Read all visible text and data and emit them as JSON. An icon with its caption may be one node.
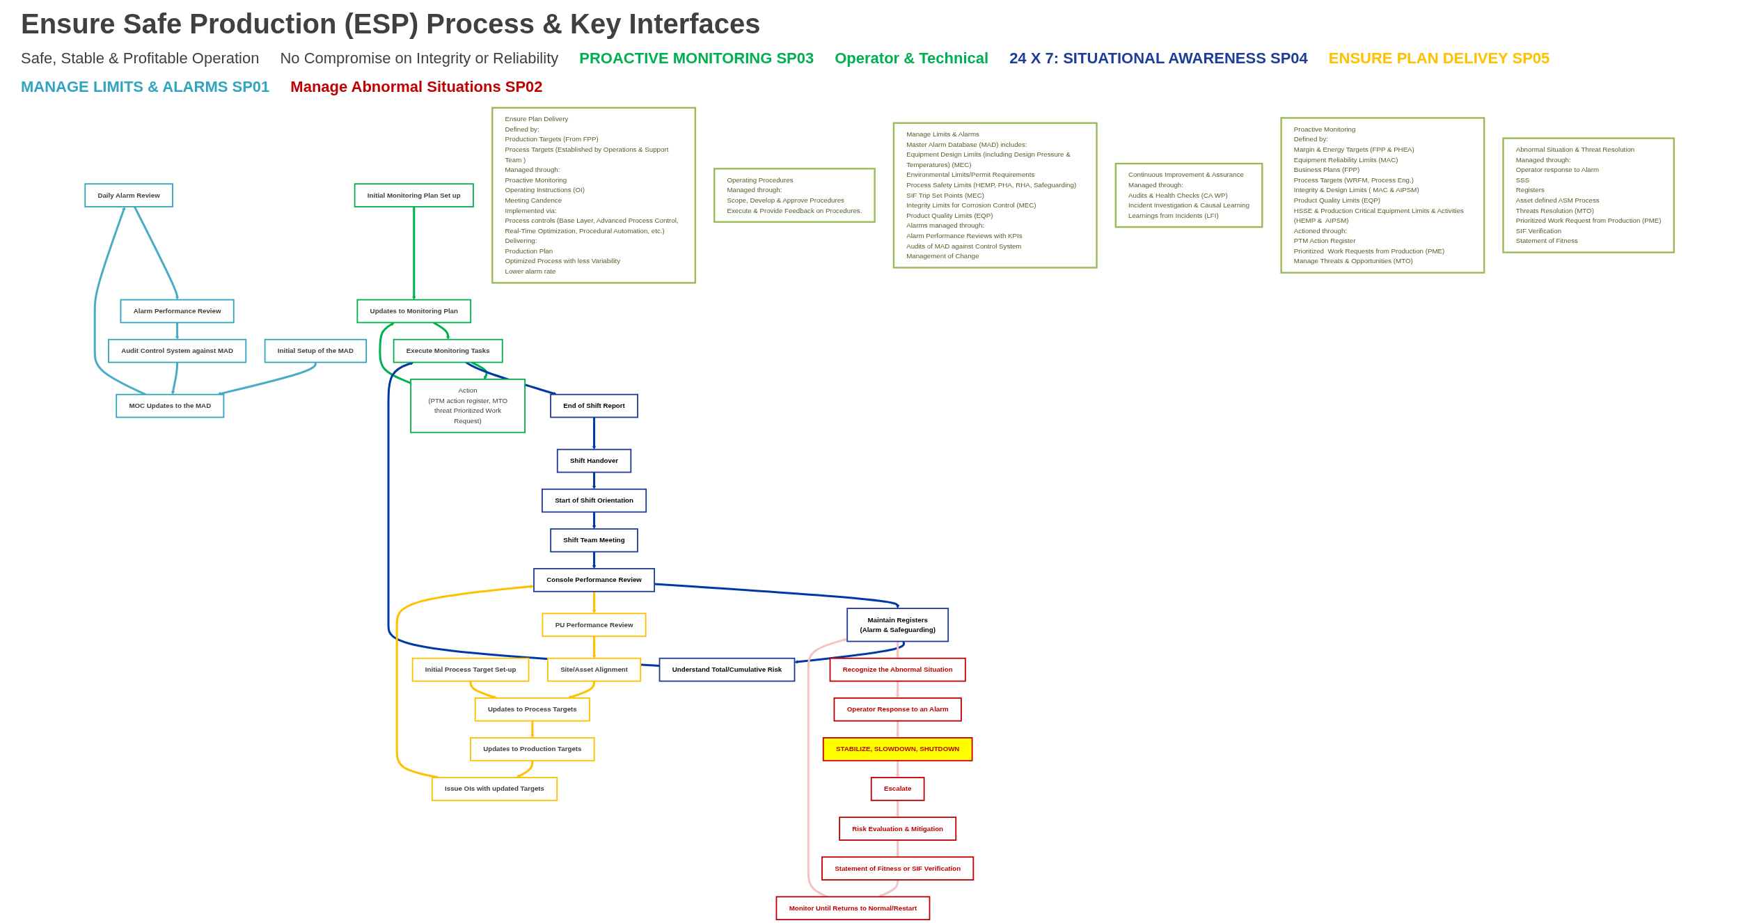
{
  "diagram": {
    "title": "Ensure Safe Production (ESP) Process & Key Interfaces",
    "nodes": [
      {
        "text": [
          "Initial Monitoring Plan Set up"
        ]
      },
      {
        "text": [
          "Updates to Monitoring Plan"
        ]
      },
      {
        "text": [
          "Execute Monitoring Tasks"
        ]
      },
      {
        "text": [
          "Action",
          "(PTM action register, MTO threat Prioritized Work Request)"
        ]
      },
      {
        "text": [
          "End of Shift Report"
        ]
      },
      {
        "text": [
          "Shift Handover"
        ]
      },
      {
        "text": [
          "Start of Shift Orientation"
        ]
      },
      {
        "text": [
          "Shift Team Meeting"
        ]
      },
      {
        "text": [
          "PU Performance Review"
        ]
      },
      {
        "text": [
          "Site/Asset Alignment"
        ]
      },
      {
        "text": [
          "Initial Process Target Set-up"
        ]
      },
      {
        "text": [
          "Updates to Process Targets"
        ]
      },
      {
        "text": [
          "Updates to Production Targets"
        ]
      },
      {
        "text": [
          "Issue OIs  with updated Targets"
        ]
      },
      {
        "text": [
          "Console Performance Review"
        ]
      },
      {
        "text": [
          "Understand Total/Cumulative Risk"
        ]
      },
      {
        "text": [
          "Maintain Registers",
          "(Alarm & Safeguarding)"
        ]
      },
      {
        "text": [
          "Recognize the Abnormal Situation"
        ]
      },
      {
        "text": [
          "Operator Response to an Alarm"
        ]
      },
      {
        "text": [
          "STABILIZE, SLOWDOWN, SHUTDOWN"
        ]
      },
      {
        "text": [
          "Escalate"
        ]
      },
      {
        "text": [
          "Risk Evaluation & Mitigation"
        ]
      },
      {
        "text": [
          "Statement of Fitness or SIF Verification"
        ]
      },
      {
        "text": [
          "Monitor Until Returns to Normal/Restart"
        ]
      },
      {
        "text": [
          "Daily Alarm Review"
        ]
      },
      {
        "text": [
          "Alarm Performance Review"
        ]
      },
      {
        "text": [
          "Audit Control System against MAD"
        ]
      },
      {
        "text": [
          "MOC Updates to the MAD"
        ]
      },
      {
        "text": [
          "Initial Setup of the MAD"
        ]
      },
      {
        "text": [
          "Ensure Plan Delivery",
          "Defined by:",
          "Production Targets (From FPP)",
          "Process Targets (Established by Operations & Support Team )",
          "Managed through:",
          "Proactive Monitoring",
          "Operating Instructions (OI)",
          "Meeting Candence",
          "Implemented via:",
          "Process controls (Base Layer, Advanced Process Control, Real-Time Optimization, Procedural Automation, etc.)",
          "Delivering:",
          "Production Plan",
          "Optimized Process with less Variability",
          "Lower alarm rate"
        ]
      },
      {
        "text": [
          "Operating Procedures",
          "Managed through:",
          "Scope, Develop & Approve Procedures",
          "Execute & Provide Feedback on Procedures."
        ]
      },
      {
        "text": [
          "Manage Limits & Alarms",
          "Master Alarm Database (MAD) includes:",
          "Equipment Design Limits (including Design Pressure & Temperatures) (MEC)",
          "Environmental Limits/Permit Requirements",
          "Process Safety Limits (HEMP, PHA, RHA, Safeguarding)",
          "SIF Trip Set Points (MEC)",
          "Integrity Limits for Corrosion Control (MEC)",
          "Product Quality Limits (EQP)",
          "Alarms managed through:",
          "Alarm Performance Reviews with KPIs",
          "Audits of MAD against Control System",
          "Management of Change"
        ]
      },
      {
        "text": [
          "Continuous Improvement & Assurance",
          "Managed through:",
          "Audits & Health Checks (CA WP)",
          "Incident Investigation & Causal Learning",
          "Learnings from Incidents (LFI)"
        ]
      },
      {
        "text": [
          "Proactive Monitoring",
          "Defined by:",
          "Margin & Energy Targets (FPP & PHEA)",
          "Equipment Reliability Limits (MAC)",
          "Business Plans (FPP)",
          "Process Targets (WRFM, Process Eng.)",
          "Integrity & Design Limits ( MAC & AIPSM)",
          "Product Quality Limits (EQP)",
          "HSSE & Production Critical Equipment Limits & Activities (HEMP &  AIPSM)",
          "Actioned through:",
          "PTM Action Register",
          "Prioritized  Work Requests from Production (PME)",
          "Manage Threats & Opportunities (MTO)"
        ]
      },
      {
        "text": [
          "Abnormal Situation & Threat Resolution",
          "Managed through:",
          "Operator response to Alarm",
          "SSS",
          "Registers",
          "Asset defined ASM Process",
          "Threats Resolution (MTO)",
          "Prioritized Work Request from Production (PME)",
          "SIF Verification",
          "Statement of Fitness"
        ]
      }
    ],
    "edges": [
      {
        "from": 0,
        "to": 1,
        "arrow": "to",
        "color": "#00b050"
      },
      {
        "from": 1,
        "to": 2,
        "arrow": "to",
        "color": "#00b050"
      },
      {
        "from": 2,
        "to": 3,
        "arrow": "to",
        "color": "#00b050"
      },
      {
        "from": 3,
        "to": 1,
        "arrow": "to",
        "color": "#00b050"
      },
      {
        "from": 4,
        "to": 5,
        "arrow": "to",
        "color": "#0039a6"
      },
      {
        "from": 5,
        "to": 6,
        "arrow": "to",
        "color": "#0039a6"
      },
      {
        "from": 6,
        "to": 7,
        "arrow": "to",
        "color": "#0039a6"
      },
      {
        "from": 7,
        "to": 14,
        "arrow": "to",
        "color": "#0039a6"
      },
      {
        "from": 14,
        "to": 16,
        "arrow": "to",
        "color": "#0039a6"
      },
      {
        "from": 16,
        "to": 15,
        "arrow": "to",
        "color": "#0039a6"
      },
      {
        "from": 15,
        "to": 2,
        "arrow": "to",
        "color": "#0039a6"
      },
      {
        "from": 2,
        "to": 4,
        "arrow": "to",
        "color": "#0039a6"
      },
      {
        "from": 10,
        "to": 11,
        "arrow": "to",
        "color": "#ffc000"
      },
      {
        "from": 9,
        "to": 11,
        "arrow": "to",
        "color": "#ffc000"
      },
      {
        "from": 11,
        "to": 12,
        "arrow": "to",
        "color": "#ffc000"
      },
      {
        "from": 12,
        "to": 13,
        "arrow": "to",
        "color": "#ffc000"
      },
      {
        "from": 13,
        "to": 14,
        "arrow": "to",
        "color": "#ffc000"
      },
      {
        "from": 14,
        "to": 8,
        "arrow": "to",
        "color": "#ffc000"
      },
      {
        "from": 8,
        "to": 9,
        "arrow": "to",
        "color": "#ffc000"
      },
      {
        "from": 16,
        "to": 17,
        "arrow": "to",
        "color": "#f4c2c2"
      },
      {
        "from": 17,
        "to": 18,
        "arrow": "to",
        "color": "#f4c2c2"
      },
      {
        "from": 18,
        "to": 19,
        "arrow": "to",
        "color": "#f4c2c2"
      },
      {
        "from": 19,
        "to": 20,
        "arrow": "to",
        "color": "#f4c2c2"
      },
      {
        "from": 20,
        "to": 21,
        "arrow": "to",
        "color": "#f4c2c2"
      },
      {
        "from": 21,
        "to": 22,
        "arrow": "to",
        "color": "#f4c2c2"
      },
      {
        "from": 22,
        "to": 23,
        "arrow": "to",
        "color": "#f4c2c2"
      },
      {
        "from": 23,
        "to": 16,
        "arrow": "to",
        "color": "#f4c2c2"
      },
      {
        "from": 24,
        "to": 25,
        "arrow": "to",
        "color": "#4bacc6"
      },
      {
        "from": 25,
        "to": 26,
        "arrow": "to",
        "color": "#4bacc6"
      },
      {
        "from": 26,
        "to": 27,
        "arrow": "to",
        "color": "#4bacc6"
      },
      {
        "from": 27,
        "to": 24,
        "arrow": "to",
        "color": "#4bacc6"
      },
      {
        "from": 28,
        "to": 27,
        "arrow": "to",
        "color": "#4bacc6"
      }
    ],
    "labels": [
      "Safe, Stable & Profitable Operation",
      "No Compromise on Integrity or Reliability",
      "PROACTIVE MONITORING SP03",
      "Operator & Technical",
      "24 X 7:    SITUATIONAL AWARENESS  SP04",
      "ENSURE PLAN DELIVEY SP05",
      "MANAGE LIMITS & ALARMS SP01",
      "Manage Abnormal Situations SP02"
    ]
  }
}
